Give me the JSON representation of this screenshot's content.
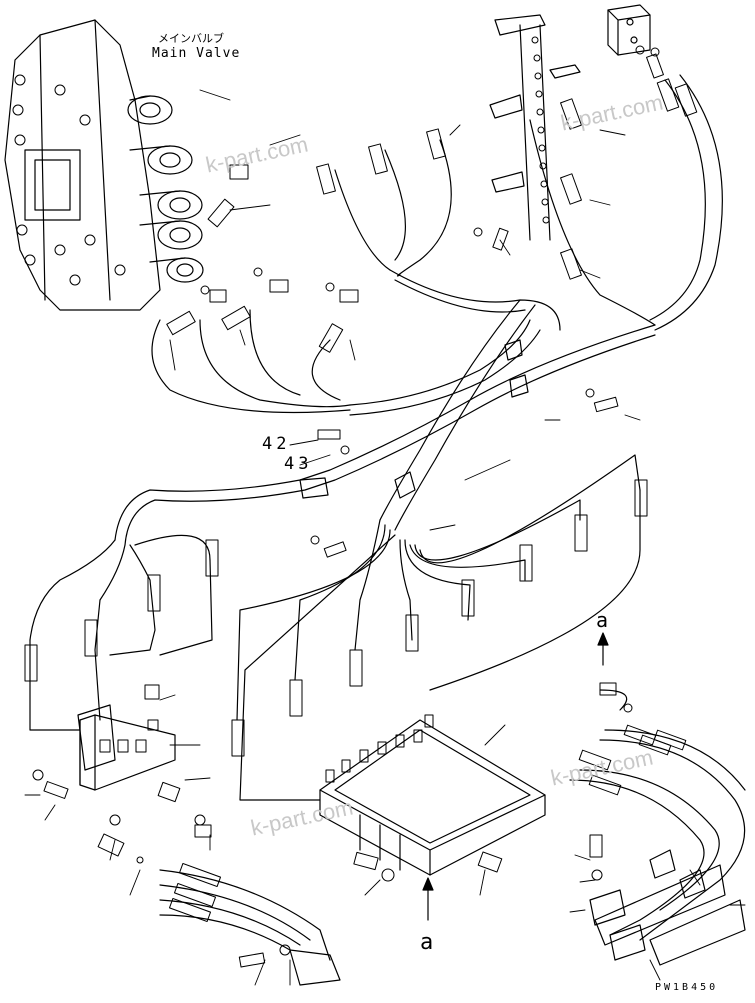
{
  "title_jp": "メインバルブ",
  "title_en": "Main Valve",
  "callouts": [
    "42",
    "43"
  ],
  "view_markers": [
    "a",
    "a"
  ],
  "watermark": "k-part.com",
  "drawing_code": "PW1B450",
  "colors": {
    "ink": "#000000",
    "watermark": "#c8c8c8",
    "background": "#ffffff"
  }
}
